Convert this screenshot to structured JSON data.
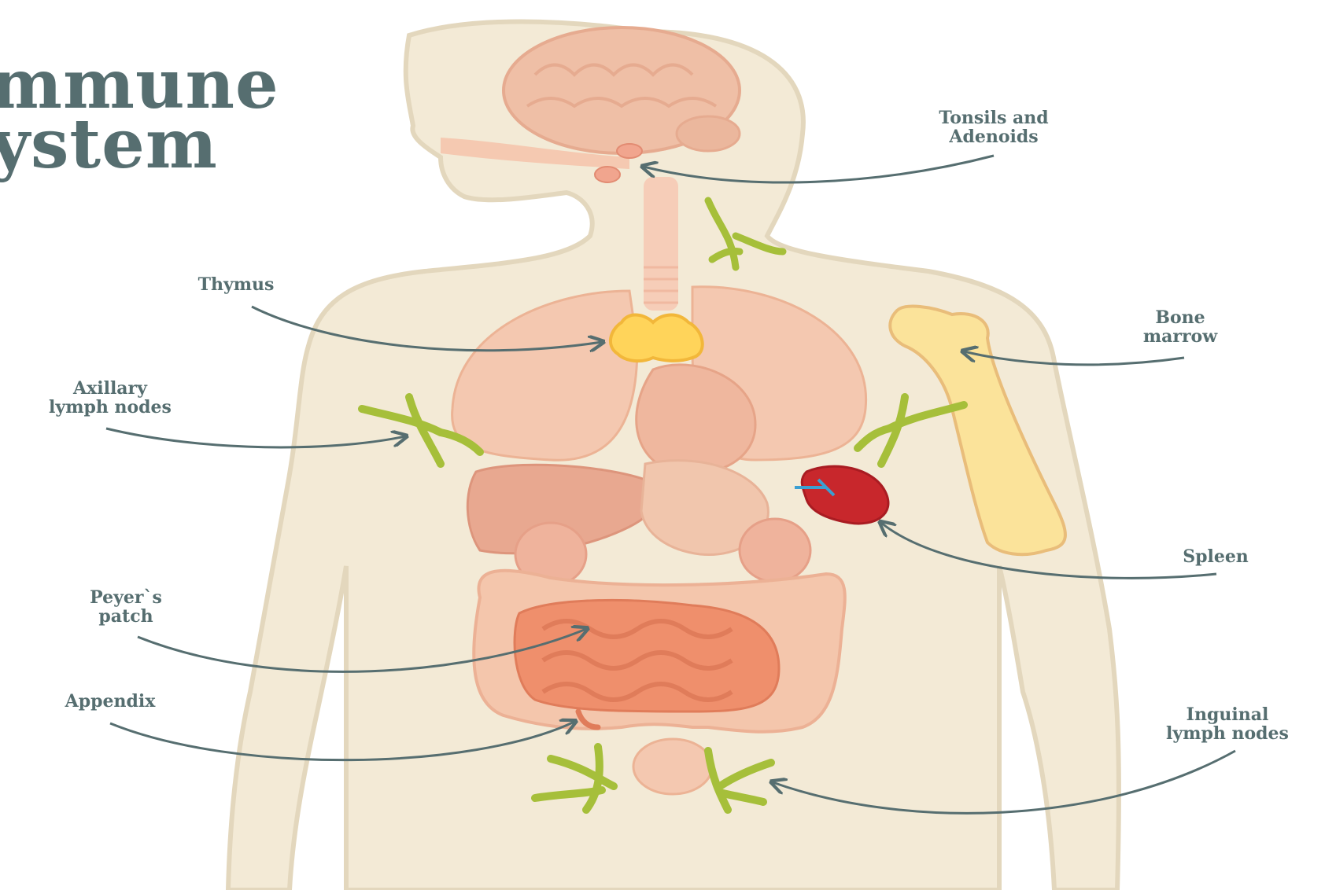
{
  "title": {
    "line1": "mmune",
    "line2": "ystem"
  },
  "labels": {
    "tonsils": {
      "line1": "Tonsils and",
      "line2": "Adenoids"
    },
    "thymus": {
      "line1": "Thymus"
    },
    "bone_marrow": {
      "line1": "Bone",
      "line2": "marrow"
    },
    "axillary": {
      "line1": "Axillary",
      "line2": "lymph nodes"
    },
    "spleen": {
      "line1": "Spleen"
    },
    "peyers_patch": {
      "line1": "Peyer`s",
      "line2": "patch"
    },
    "appendix": {
      "line1": "Appendix"
    },
    "inguinal": {
      "line1": "Inguinal",
      "line2": "lymph nodes"
    }
  },
  "colors": {
    "body_fill": "#f3ead6",
    "body_outline": "#e3d7bd",
    "text_and_arrows": "#566e70",
    "lymph": "#a6bf3a",
    "organ_pink": "#f0c2a8",
    "intestine": "#ef8f6c",
    "spleen": "#c8272c",
    "thymus": "#ffd45a",
    "bone": "#fbe39a",
    "brain": "#efbfa6"
  }
}
